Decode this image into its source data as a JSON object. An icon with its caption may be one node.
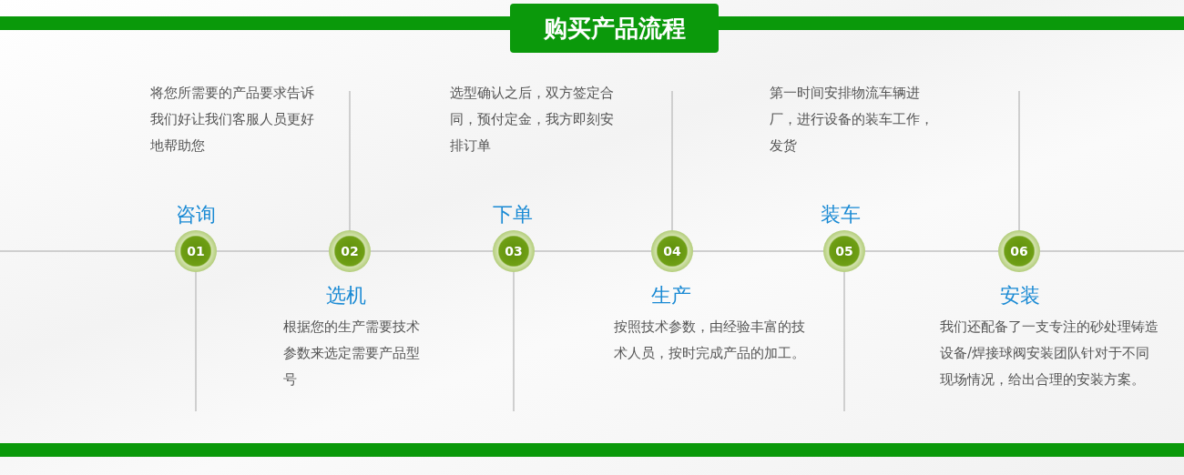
{
  "diagram": {
    "title": "购买产品流程",
    "nodes": [
      {
        "text": [
          "01"
        ],
        "beside": [
          "咨询",
          "将您所需要的产品要求告诉我们好让我们客服人员更好地帮助您"
        ]
      },
      {
        "text": [
          "02"
        ],
        "beside": [
          "选机",
          "根据您的生产需要技术参数来选定需要产品型号"
        ]
      },
      {
        "text": [
          "03"
        ],
        "beside": [
          "下单",
          "选型确认之后，双方签定合同，预付定金，我方即刻安排订单"
        ]
      },
      {
        "text": [
          "04"
        ],
        "beside": [
          "生产",
          "按照技术参数，由经验丰富的技术人员，按时完成产品的加工。"
        ]
      },
      {
        "text": [
          "05"
        ],
        "beside": [
          "装车",
          "第一时间安排物流车辆进厂，进行设备的装车工作，发货"
        ]
      },
      {
        "text": [
          "06"
        ],
        "beside": [
          "安装",
          "我们还配备了一支专注的砂处理铸造设备/焊接球阀安装团队针对于不同现场情况，给出合理的安装方案。"
        ]
      }
    ],
    "edges": [
      {
        "from": 0,
        "to": 1,
        "arrow": "none"
      },
      {
        "from": 1,
        "to": 2,
        "arrow": "none"
      },
      {
        "from": 2,
        "to": 3,
        "arrow": "none"
      },
      {
        "from": 3,
        "to": 4,
        "arrow": "none"
      },
      {
        "from": 4,
        "to": 5,
        "arrow": "none"
      }
    ]
  }
}
